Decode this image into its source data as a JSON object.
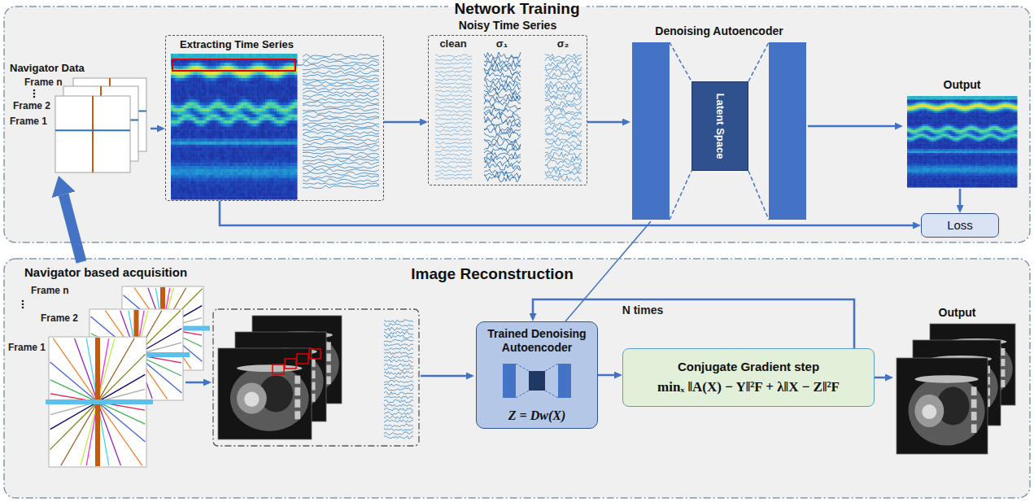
{
  "diagram": {
    "nodes": [
      {
        "text": [
          "Network Training"
        ]
      },
      {
        "text": [
          "Navigator Data"
        ],
        "in": 0
      },
      {
        "text": [
          "Extracting Time Series"
        ],
        "in": 0
      },
      {
        "text": [
          "Noisy Time Series"
        ],
        "in": 0
      },
      {
        "text": [
          "Denoising Autoencoder"
        ],
        "in": 0
      },
      {
        "text": [
          "Latent Space"
        ],
        "in": 4
      },
      {
        "text": [
          "Output"
        ],
        "in": 0
      },
      {
        "text": [
          "Loss"
        ],
        "in": 0
      },
      {
        "text": [
          "Image Reconstruction"
        ]
      },
      {
        "text": [
          "Navigator based acquisition"
        ],
        "in": 8
      },
      {
        "text": [
          "Trained Denoising Autoencoder",
          "Z = Dw(X)"
        ],
        "in": 8
      },
      {
        "text": [
          "Conjugate Gradient step",
          "minₓ ‖A(X) − Y‖²F + λ‖X − Z‖²F"
        ],
        "in": 8
      },
      {
        "text": [
          "Output"
        ],
        "in": 8
      }
    ],
    "edges": [
      {
        "from": 1,
        "to": 2,
        "arrow": "to"
      },
      {
        "from": 2,
        "to": 3,
        "arrow": "to"
      },
      {
        "from": 3,
        "to": 4,
        "arrow": "to"
      },
      {
        "from": 4,
        "to": 6,
        "arrow": "to"
      },
      {
        "from": 6,
        "to": 7,
        "arrow": "to"
      },
      {
        "from": 2,
        "to": 7,
        "arrow": "to"
      },
      {
        "from": 4,
        "to": 10,
        "arrow": "none"
      },
      {
        "from": 9,
        "to": 1,
        "arrow": "to"
      },
      {
        "from": 10,
        "to": 11,
        "arrow": "to"
      },
      {
        "from": 11,
        "to": 12,
        "arrow": "to"
      },
      {
        "from": 11,
        "to": 10,
        "arrow": "to",
        "label": "N times"
      }
    ],
    "labels": [
      "Frame n",
      "Frame 2",
      "Frame 1",
      "clean",
      "σ₁",
      "σ₂",
      "Frame n",
      "Frame 2",
      "Frame 1"
    ]
  }
}
